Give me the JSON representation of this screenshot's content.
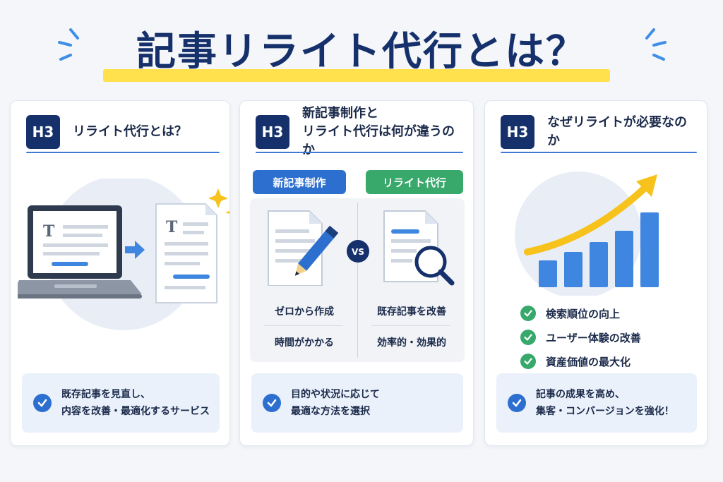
{
  "title": "記事リライト代行とは？",
  "badge_label": "H3",
  "cards": [
    {
      "title_lines": [
        "リライト代行とは？"
      ],
      "bottom_lines": [
        "既存記事を見直し、",
        "内容を改善・最適化するサービス"
      ]
    },
    {
      "title_lines": [
        "新記事制作と",
        "リライト代行は何が違うのか"
      ],
      "left_pill": "新記事制作",
      "right_pill": "リライト代行",
      "vs_label": "VS",
      "left_points": [
        "ゼロから作成",
        "時間がかかる"
      ],
      "right_points": [
        "既存記事を改善",
        "効率的・効果的"
      ],
      "bottom_lines": [
        "目的や状況に応じて",
        "最適な方法を選択"
      ]
    },
    {
      "title_lines": [
        "なぜリライトが必要なのか"
      ],
      "benefits": [
        "検索順位の向上",
        "ユーザー体験の改善",
        "資産価値の最大化"
      ],
      "bottom_lines": [
        "記事の成果を高め、",
        "集客・コンバージョンを強化！"
      ]
    }
  ],
  "colors": {
    "navy": "#15306b",
    "blue": "#2d6fcf",
    "green": "#38a86b",
    "yellow": "#ffe14d"
  }
}
